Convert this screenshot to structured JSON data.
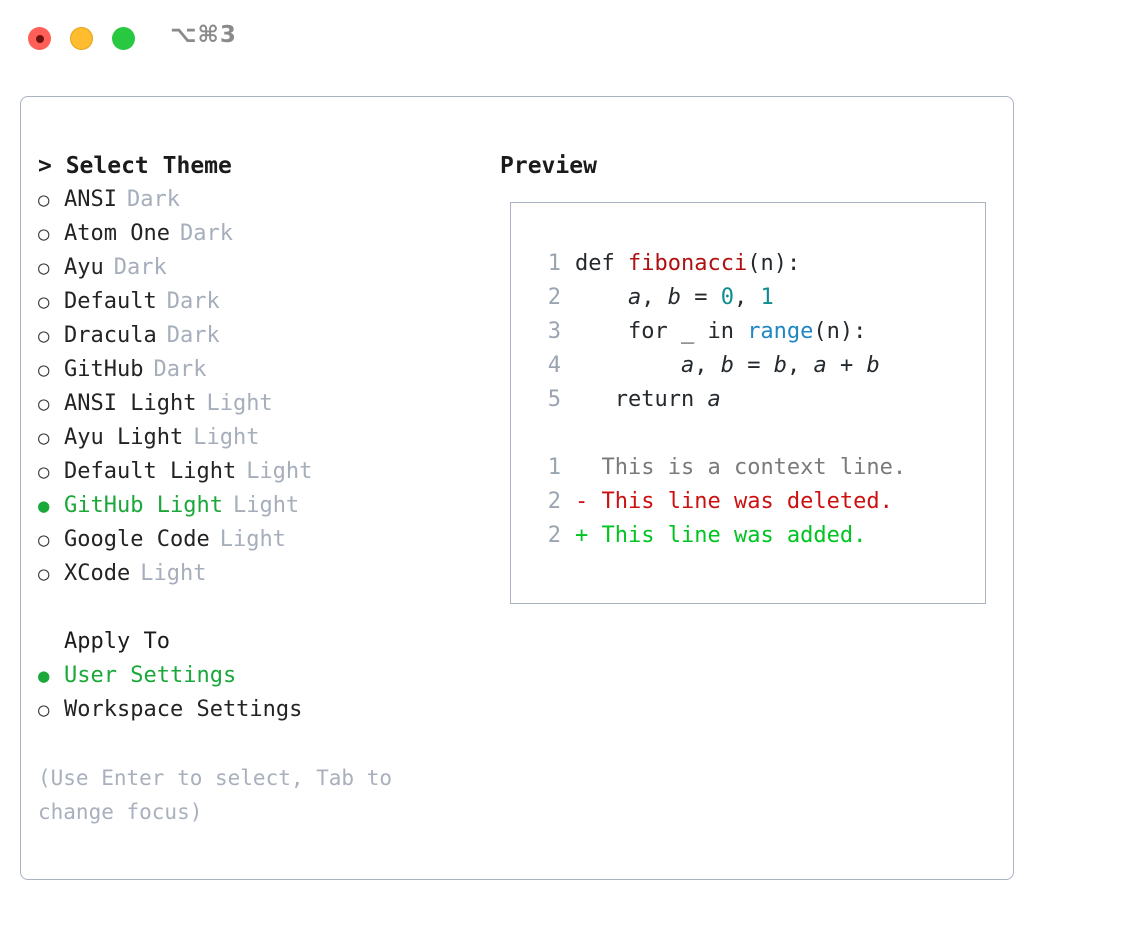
{
  "titlebar": {
    "shortcut": "⌥⌘3",
    "lights": [
      {
        "name": "close",
        "color": "#ff5f57"
      },
      {
        "name": "minimize",
        "color": "#febc2e"
      },
      {
        "name": "maximize",
        "color": "#28c840"
      }
    ]
  },
  "theme_picker": {
    "heading": "> Select Theme",
    "marker_unselected": "○",
    "marker_selected": "●",
    "selected_color": "#1aa83a",
    "items": [
      {
        "label": "ANSI",
        "variant": "Dark",
        "selected": false
      },
      {
        "label": "Atom One",
        "variant": "Dark",
        "selected": false
      },
      {
        "label": "Ayu",
        "variant": "Dark",
        "selected": false
      },
      {
        "label": "Default",
        "variant": "Dark",
        "selected": false
      },
      {
        "label": "Dracula",
        "variant": "Dark",
        "selected": false
      },
      {
        "label": "GitHub",
        "variant": "Dark",
        "selected": false
      },
      {
        "label": "ANSI Light",
        "variant": "Light",
        "selected": false
      },
      {
        "label": "Ayu Light",
        "variant": "Light",
        "selected": false
      },
      {
        "label": "Default Light",
        "variant": "Light",
        "selected": false
      },
      {
        "label": "GitHub Light",
        "variant": "Light",
        "selected": true
      },
      {
        "label": "Google Code",
        "variant": "Light",
        "selected": false
      },
      {
        "label": "XCode",
        "variant": "Light",
        "selected": false
      }
    ]
  },
  "apply_to": {
    "heading": "Apply To",
    "items": [
      {
        "label": "User Settings",
        "selected": true
      },
      {
        "label": "Workspace Settings",
        "selected": false
      }
    ]
  },
  "hint": "(Use Enter to select, Tab to change focus)",
  "preview": {
    "heading": "Preview",
    "code_lines": [
      {
        "num": "1",
        "tokens": [
          {
            "text": "def ",
            "style": "plain"
          },
          {
            "text": "fibonacci",
            "style": "fn"
          },
          {
            "text": "(n):",
            "style": "plain"
          }
        ]
      },
      {
        "num": "2",
        "tokens": [
          {
            "text": "    ",
            "style": "plain"
          },
          {
            "text": "a",
            "style": "var"
          },
          {
            "text": ", ",
            "style": "plain"
          },
          {
            "text": "b",
            "style": "var"
          },
          {
            "text": " = ",
            "style": "plain"
          },
          {
            "text": "0",
            "style": "num"
          },
          {
            "text": ", ",
            "style": "plain"
          },
          {
            "text": "1",
            "style": "num"
          }
        ]
      },
      {
        "num": "3",
        "tokens": [
          {
            "text": "    for _ in ",
            "style": "plain"
          },
          {
            "text": "range",
            "style": "bi"
          },
          {
            "text": "(n):",
            "style": "plain"
          }
        ]
      },
      {
        "num": "4",
        "tokens": [
          {
            "text": "        ",
            "style": "plain"
          },
          {
            "text": "a",
            "style": "var"
          },
          {
            "text": ", ",
            "style": "plain"
          },
          {
            "text": "b",
            "style": "var"
          },
          {
            "text": " = ",
            "style": "plain"
          },
          {
            "text": "b",
            "style": "var"
          },
          {
            "text": ", ",
            "style": "plain"
          },
          {
            "text": "a",
            "style": "var"
          },
          {
            "text": " + ",
            "style": "plain"
          },
          {
            "text": "b",
            "style": "var"
          }
        ]
      },
      {
        "num": "5",
        "tokens": [
          {
            "text": "   return ",
            "style": "plain"
          },
          {
            "text": "a",
            "style": "var"
          }
        ]
      }
    ],
    "diff_lines": [
      {
        "num": "1",
        "sign": "  ",
        "text": "This is a context line.",
        "kind": "ctx"
      },
      {
        "num": "2",
        "sign": "- ",
        "text": "This line was deleted.",
        "kind": "del"
      },
      {
        "num": "2",
        "sign": "+ ",
        "text": "This line was added.",
        "kind": "add"
      }
    ]
  }
}
